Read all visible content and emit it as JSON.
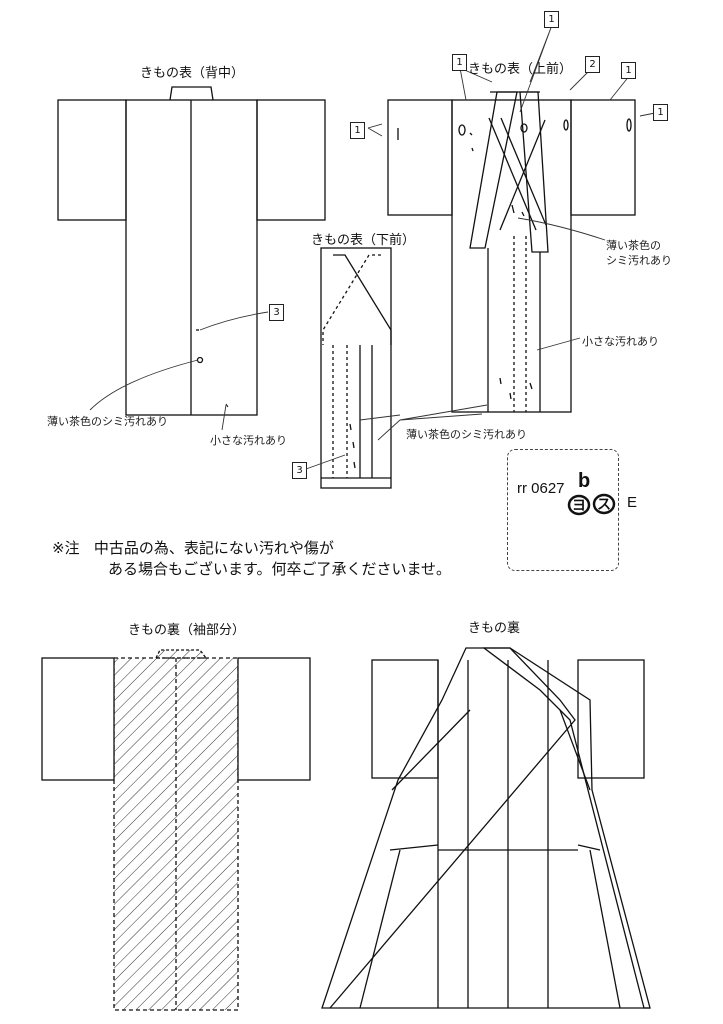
{
  "titles": {
    "back": "きもの表（背中）",
    "front_upper": "きもの表（上前）",
    "front_lower": "きもの表（下前）",
    "lining_sleeve": "きもの裏（袖部分）",
    "lining": "きもの裏"
  },
  "annotations": {
    "stain_light_tea_1": "薄い茶色のシミ汚れあり",
    "small_dirt_1": "小さな汚れあり",
    "stain_light_tea_2": "薄い茶色の\nシミ汚れあり",
    "small_dirt_2": "小さな汚れあり",
    "stain_light_tea_3": "薄い茶色のシミ汚れあり"
  },
  "markers": {
    "one": "1",
    "two": "2",
    "three": "3"
  },
  "note": {
    "mark": "※注",
    "line1": "中古品の為、表記にない汚れや傷が",
    "line2": "ある場合もございます。何卒ご了承くださいませ。"
  },
  "code": {
    "id": "rr 0627",
    "suffix": "b",
    "hand1": "ヨ",
    "hand2": "ス",
    "grade": "E"
  }
}
